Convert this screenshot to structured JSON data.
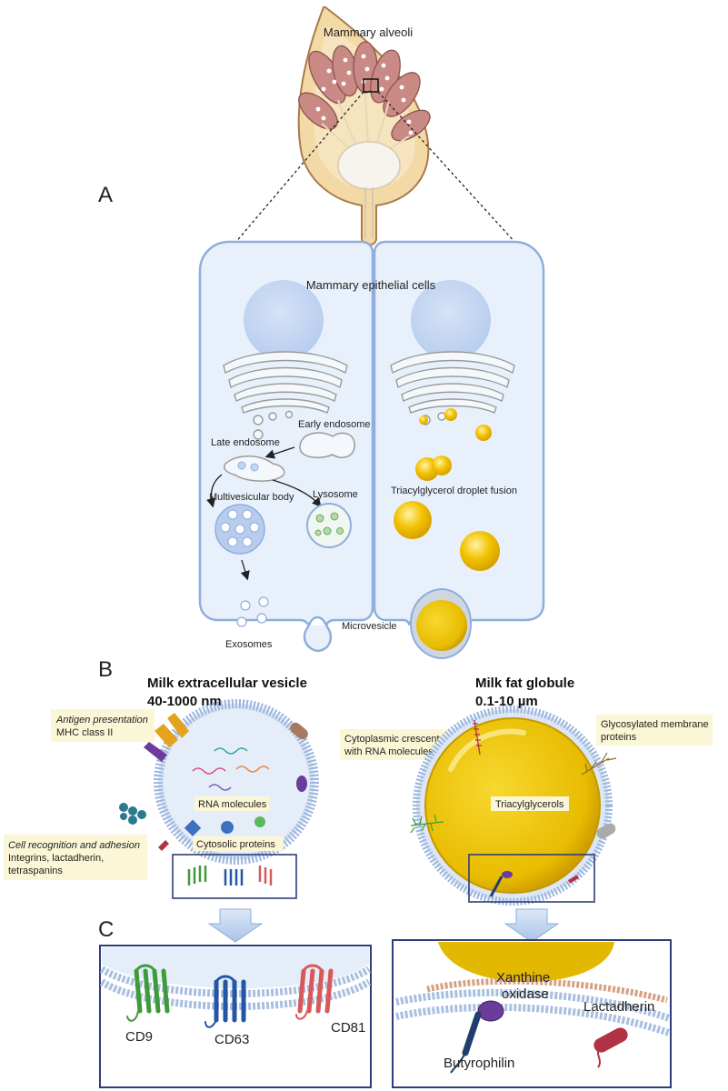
{
  "panels": {
    "a": "A",
    "b": "B",
    "c": "C"
  },
  "breast": {
    "label": "Mammary alveoli"
  },
  "cells": {
    "title": "Mammary epithelial cells",
    "early_endosome": "Early endosome",
    "late_endosome": "Late endosome",
    "multivesicular_body": "Multivesicular body",
    "lysosome": "Lysosome",
    "exosomes": "Exosomes",
    "microvesicle": "Microvesicle",
    "tag_fusion": "Triacylglycerol droplet fusion"
  },
  "vesicle": {
    "title_line1": "Milk extracellular vesicle",
    "title_line2": "40-1000 nm",
    "antigen_title": "Antigen presentation",
    "antigen_sub": "MHC class II",
    "adhesion_title": "Cell recognition and adhesion",
    "adhesion_line1": "Integrins, lactadherin,",
    "adhesion_line2": "tetraspanins",
    "rna": "RNA molecules",
    "cytosolic": "Cytosolic proteins"
  },
  "globule": {
    "title_line1": "Milk fat globule",
    "title_line2": "0.1-10 µm",
    "crescent_line1": "Cytoplasmic crescent",
    "crescent_line2": "with RNA molecules",
    "glyco_line1": "Glycosylated membrane",
    "glyco_line2": "proteins",
    "tag": "Triacylglycerols"
  },
  "zoom_left": {
    "cd9": "CD9",
    "cd63": "CD63",
    "cd81": "CD81"
  },
  "zoom_right": {
    "xo_line1": "Xanthine",
    "xo_line2": "oxidase",
    "lactadherin": "Lactadherin",
    "butyrophilin": "Butyrophilin"
  },
  "colors": {
    "cell_fill": "#e8f1fb",
    "cell_stroke": "#8eaedd",
    "fat_yellow": "#f2c200",
    "tissue_pink": "#c98a86",
    "cd9": "#3f9b3a",
    "cd63": "#2456a6",
    "cd81": "#d9595a",
    "xanthine_oxidase": "#6a3d9a",
    "butyrophilin": "#1f3e6e",
    "lactadherin": "#b23245"
  }
}
